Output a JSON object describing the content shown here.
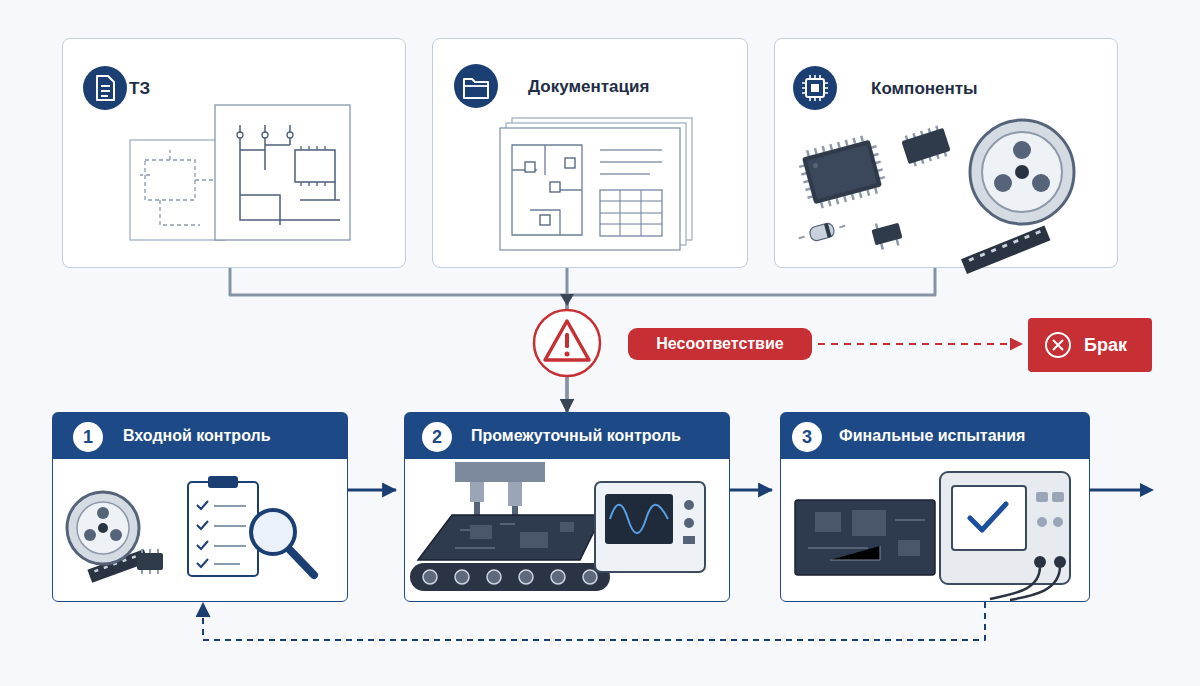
{
  "diagram": {
    "nodes": [
      {
        "text": [
          "ТЗ"
        ]
      },
      {
        "text": [
          "Документация"
        ]
      },
      {
        "text": [
          "Компоненты"
        ]
      },
      {
        "text": [
          "Несоответствие"
        ]
      },
      {
        "text": [
          "Брак"
        ]
      },
      {
        "text": [
          "Входной контроль"
        ]
      },
      {
        "text": [
          "1"
        ],
        "in": 5
      },
      {
        "text": [
          "Промежуточный контроль"
        ]
      },
      {
        "text": [
          "2"
        ],
        "in": 7
      },
      {
        "text": [
          "Финальные испытания"
        ]
      },
      {
        "text": [
          "3"
        ],
        "in": 9
      }
    ],
    "edges": [
      {
        "from": 0,
        "to": 7,
        "arrow": "to"
      },
      {
        "from": 1,
        "to": 7,
        "arrow": "to"
      },
      {
        "from": 2,
        "to": 7,
        "arrow": "to"
      },
      {
        "from": 3,
        "to": 4,
        "arrow": "to"
      },
      {
        "from": 5,
        "to": 7,
        "arrow": "to"
      },
      {
        "from": 7,
        "to": 9,
        "arrow": "to"
      },
      {
        "from": 9,
        "to": 5,
        "arrow": "to"
      }
    ]
  }
}
